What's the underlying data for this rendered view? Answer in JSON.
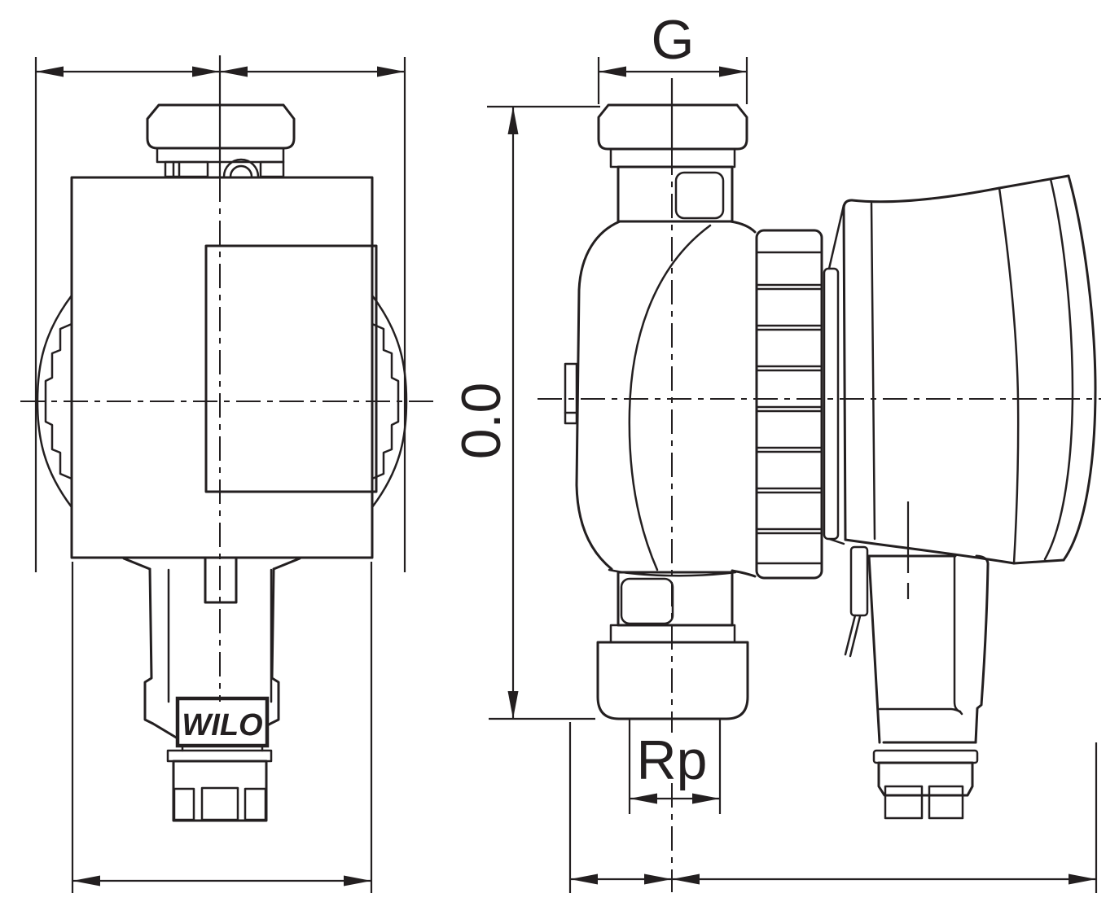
{
  "drawing": {
    "kind": "technical dimensional drawing, 2 views of a circulation pump",
    "colors": {
      "line": "#231f20",
      "background": "#ffffff"
    },
    "labels": {
      "g": "G",
      "height": "0.0",
      "rp": "Rp"
    },
    "logo": {
      "text": "WILO"
    }
  }
}
